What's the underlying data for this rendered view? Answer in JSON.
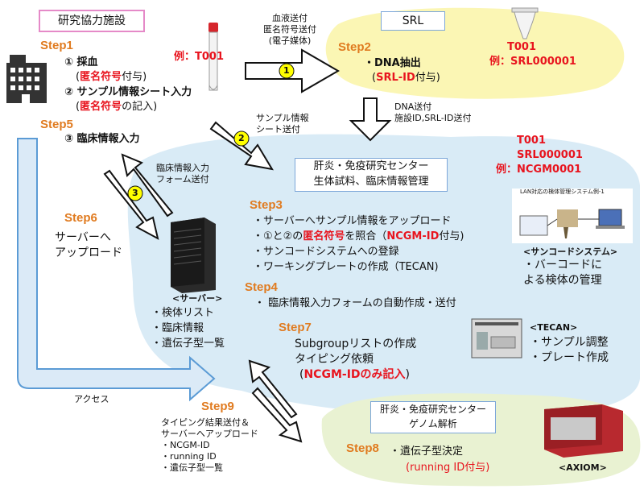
{
  "facility": {
    "title": "研究協力施設",
    "step1": "Step1",
    "item1_num": "①",
    "item1_a": "採血",
    "item1_b_red": "匿名符号",
    "item1_b_tail": "付与)",
    "item1_b_head": "(",
    "item2_num": "②",
    "item2_text": "サンプル情報シート入力",
    "item2_b_head": "(",
    "item2_b_red": "匿名符号",
    "item2_b_tail": "の記入)",
    "step5": "Step5",
    "item3_num": "③",
    "item3_text": "臨床情報入力"
  },
  "tube_label": {
    "prefix": "例：",
    "code": "T001"
  },
  "arrow1": {
    "lines": [
      "血液送付",
      "匿名符号送付",
      "(電子媒体)"
    ],
    "badge": "1"
  },
  "srl": {
    "title": "SRL",
    "step2": "Step2",
    "task": "・DNA抽出",
    "id_head": "(",
    "id_red": "SRL-ID",
    "id_tail": "付与)",
    "example_line1": "T001",
    "example_line2": "例：SRL000001"
  },
  "dna_send": {
    "lines": [
      "DNA送付",
      "施設ID,SRL-ID送付"
    ]
  },
  "arrow2": {
    "lines": [
      "サンプル情報",
      "シート送付"
    ],
    "badge": "2"
  },
  "center": {
    "title_lines": [
      "肝炎・免疫研究センター",
      "生体試料、臨床情報管理"
    ],
    "ids": [
      "T001",
      "SRL000001",
      "例：NCGM0001"
    ]
  },
  "arrow3": {
    "lines": [
      "臨床情報入力",
      "フォーム送付"
    ],
    "badge": "3"
  },
  "step3": {
    "label": "Step3",
    "items": [
      "・サーバーへサンプル情報をアップロード",
      "・サンコードシステムへの登録",
      "・ワーキングプレートの作成（TECAN)"
    ],
    "match_head": "・①と②の",
    "match_red": "匿名符号",
    "match_mid": "を照合（",
    "match_red2": "NCGM-ID",
    "match_tail": "付与)"
  },
  "step4": {
    "label": "Step4",
    "item": "・ 臨床情報入力フォームの自動作成・送付"
  },
  "step6": {
    "label": "Step6",
    "lines": [
      "サーバーへ",
      "アップロード"
    ]
  },
  "server": {
    "title": "<サーバー>",
    "items": [
      "・検体リスト",
      "・臨床情報",
      "・遺伝子型一覧"
    ]
  },
  "barcode": {
    "caption": "LAN対応の検体管理システム例-1",
    "title": "<サンコードシステム>",
    "lines": [
      "・バーコードに",
      "よる検体の管理"
    ]
  },
  "step7": {
    "label": "Step7",
    "lines": [
      "Subgroupリストの作成",
      "タイピング依頼"
    ],
    "note_head": "(",
    "note_red": "NCGM-IDのみ記入",
    "note_tail": ")"
  },
  "tecan": {
    "title": "<TECAN>",
    "items": [
      "・サンプル調整",
      "・プレート作成"
    ]
  },
  "access": "アクセス",
  "step9": {
    "label": "Step9",
    "lines": [
      "タイピング結果送付＆",
      "サーバーへアップロード",
      "・NCGM-ID",
      "・running ID",
      "・遺伝子型一覧"
    ]
  },
  "genome": {
    "title_lines": [
      "肝炎・免疫研究センター",
      "ゲノム解析"
    ],
    "step8": "Step8",
    "task": "・遺伝子型決定",
    "note_red": "(running ID付与)"
  },
  "axiom": "<AXIOM>",
  "colors": {
    "accent": "#e07b20",
    "red": "#e8141e",
    "blue_region": "#d9ebf6",
    "yellow_region": "#fbf6b4",
    "green_region": "#e9f2d2",
    "arrow_blue": "#5b9bd5"
  }
}
